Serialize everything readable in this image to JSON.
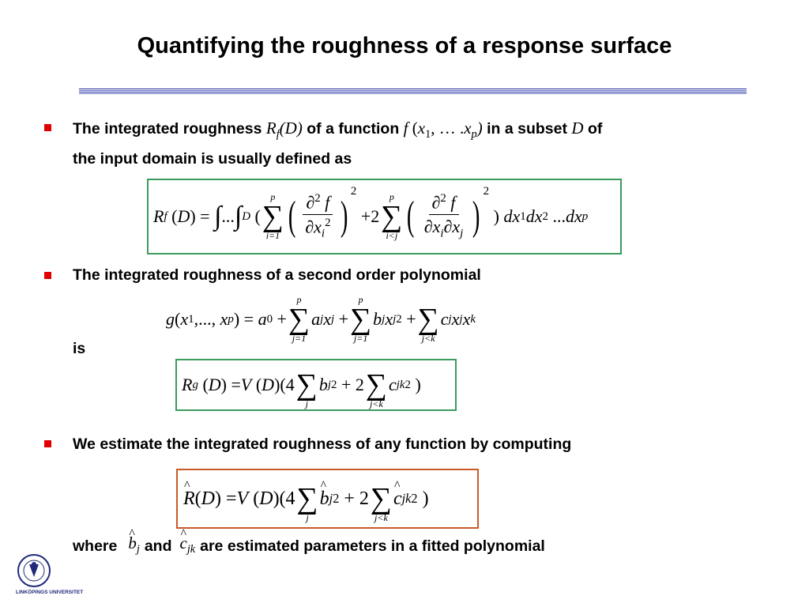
{
  "slide": {
    "title": "Quantifying the roughness of a response surface",
    "bullets": [
      {
        "line1_a": "The integrated roughness",
        "line1_b": "of a function",
        "line1_c": "in a subset",
        "line1_d": "of",
        "line2": "the input domain is usually defined as"
      },
      {
        "text": "The integrated roughness of a second order polynomial"
      },
      {
        "text": "We estimate the integrated roughness of any function by computing"
      }
    ],
    "is_label": "is",
    "where_label": "where",
    "and_label": "and",
    "where_tail": "are estimated parameters in a fitted polynomial",
    "logo_text": "LINKÖPINGS UNIVERSITET"
  },
  "colors": {
    "bullet": "#e00000",
    "rule": "#1f2aa0",
    "box_green": "#3c9a5e",
    "box_orange": "#c85a2a"
  }
}
